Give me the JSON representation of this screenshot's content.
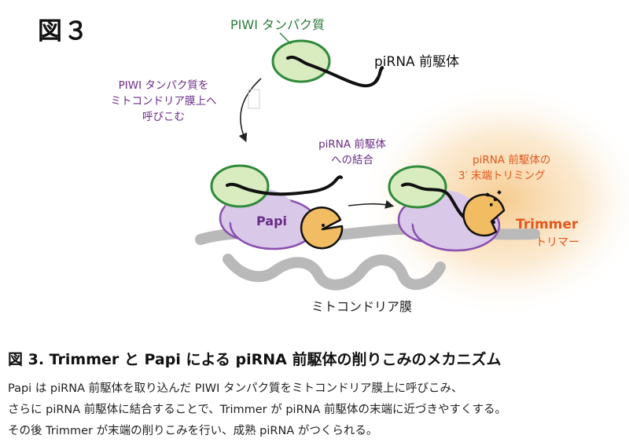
{
  "figure": {
    "label": "図３",
    "labels": {
      "piwi_protein": "PIWI タンパク質",
      "pirna_precursor": "piRNA 前駆体",
      "recruit_step": [
        "PIWI タンパク質を",
        "ミトコンドリア膜上へ",
        "呼びこむ"
      ],
      "binding_step": [
        "piRNA 前駆体",
        "への結合"
      ],
      "trimming_step": [
        "piRNA 前駆体の",
        "3′ 末端トリミング"
      ],
      "papi": "Papi",
      "trimmer": "Trimmer",
      "trimmer_kana": "トリマー",
      "mito_membrane": "ミトコンドリア膜"
    },
    "colors": {
      "piwi_fill": "#d8ecc0",
      "piwi_stroke": "#2f8a3a",
      "papi_fill": "#d9c8e8",
      "trimmer_fill": "#f2bd62",
      "purple_text": "#6a2c86",
      "green_text": "#2b7a3a",
      "orange_text": "#e2581e",
      "glow": "#f9d7a3"
    }
  },
  "caption": {
    "title": "図 3. Trimmer と Papi による piRNA 前駆体の削りこみのメカニズム",
    "lines": [
      "Papi は piRNA 前駆体を取り込んだ PIWI タンパク質をミトコンドリア膜上に呼びこみ、",
      "さらに piRNA 前駆体に結合することで、Trimmer が piRNA 前駆体の末端に近づきやすくする。",
      "その後 Trimmer が末端の削りこみを行い、成熟 piRNA がつくられる。"
    ]
  }
}
